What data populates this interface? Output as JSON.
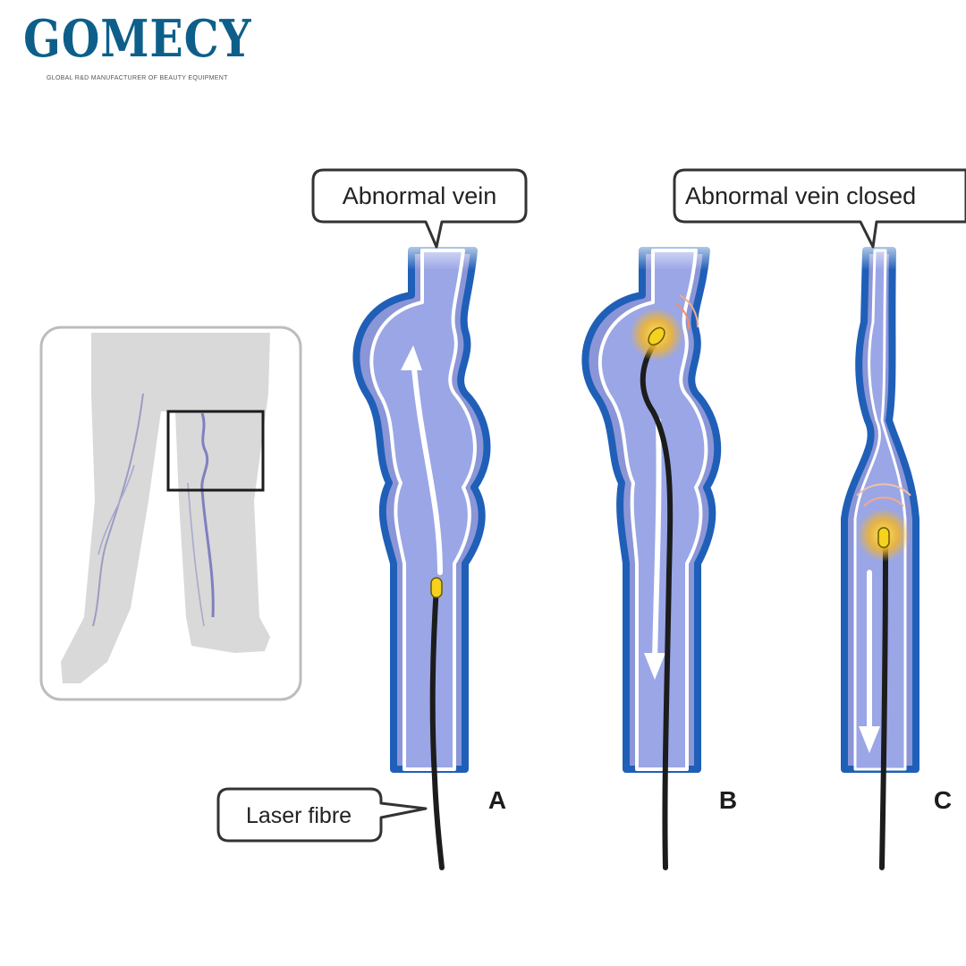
{
  "brand": {
    "name": "GOMECY",
    "tagline": "GLOBAL R&D MANUFACTURER OF BEAUTY EQUIPMENT",
    "color": "#0d5f8a",
    "accent": "#e0281e"
  },
  "labels": {
    "abnormal_vein": "Abnormal vein",
    "abnormal_vein_closed": "Abnormal vein closed",
    "laser_fibre": "Laser fibre"
  },
  "panels": [
    {
      "letter": "A"
    },
    {
      "letter": "B"
    },
    {
      "letter": "C"
    }
  ],
  "colors": {
    "vein_outline": "#1f5fb8",
    "vein_fill": "#8b96d8",
    "fibre": "#1c1c1c",
    "laser_tip": "#f5d21e",
    "callout_border": "#333333"
  }
}
